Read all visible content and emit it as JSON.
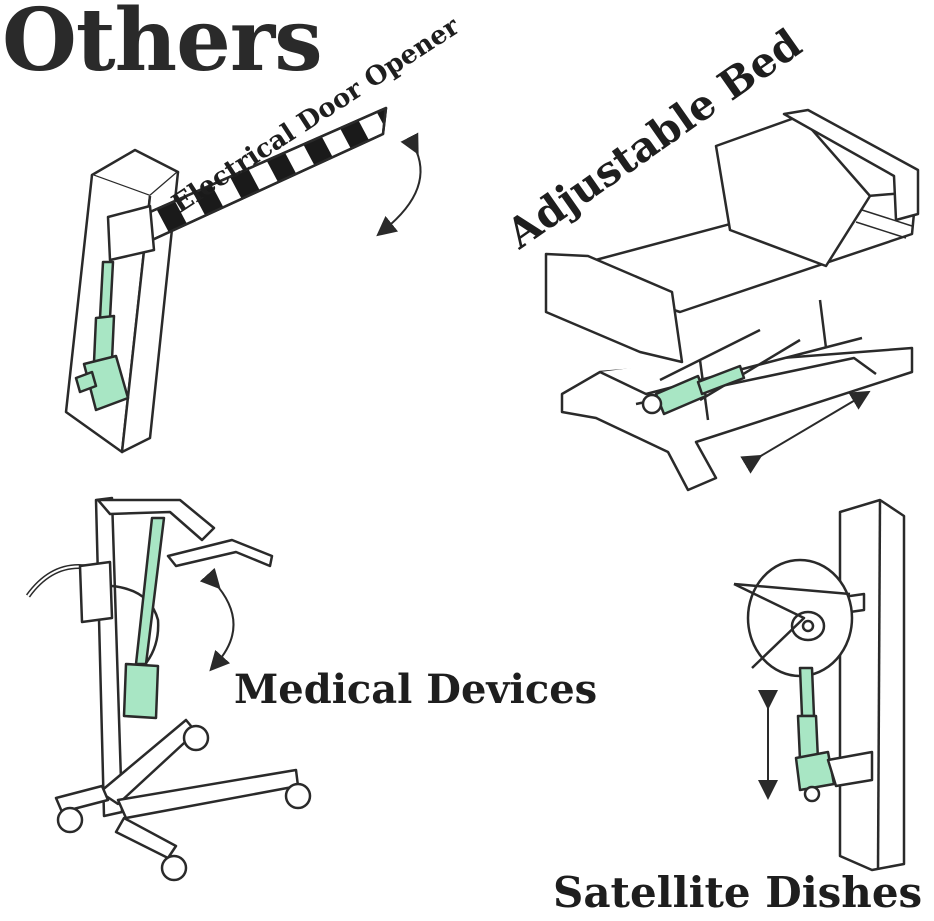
{
  "title": "Others",
  "labels": {
    "door_opener": "Electrical Door Opener",
    "adjustable_bed": "Adjustable Bed",
    "medical_devices": "Medical Devices",
    "satellite_dishes": "Satellite Dishes"
  },
  "colors": {
    "actuator": "#a8e6c4",
    "line": "#2a2a2a",
    "text": "#1e1e1e"
  },
  "icons": {
    "barrier": "barrier-gate-drawing",
    "bed": "adjustable-bed-drawing",
    "lift": "patient-lift-drawing",
    "dish": "satellite-dish-drawing"
  }
}
